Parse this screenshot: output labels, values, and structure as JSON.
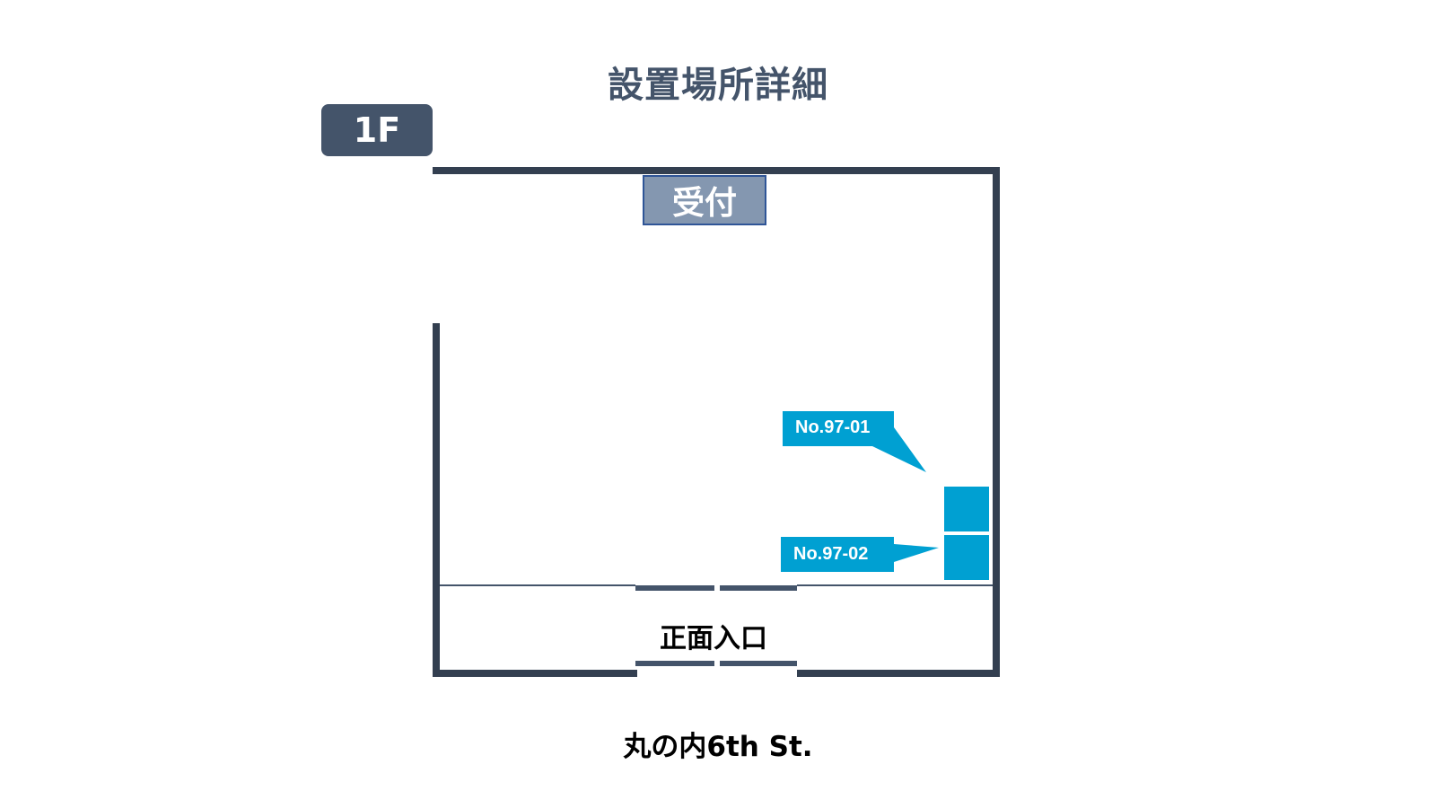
{
  "title": "設置場所詳細",
  "floor": "1F",
  "reception": "受付",
  "entrance": "正面入口",
  "street": "丸の内6th St.",
  "units": [
    {
      "id": "No.97-01"
    },
    {
      "id": "No.97-02"
    }
  ],
  "colors": {
    "wall": "#333f50",
    "badge": "#44546a",
    "reception_fill": "#8497b0",
    "unit": "#00a0d2"
  }
}
